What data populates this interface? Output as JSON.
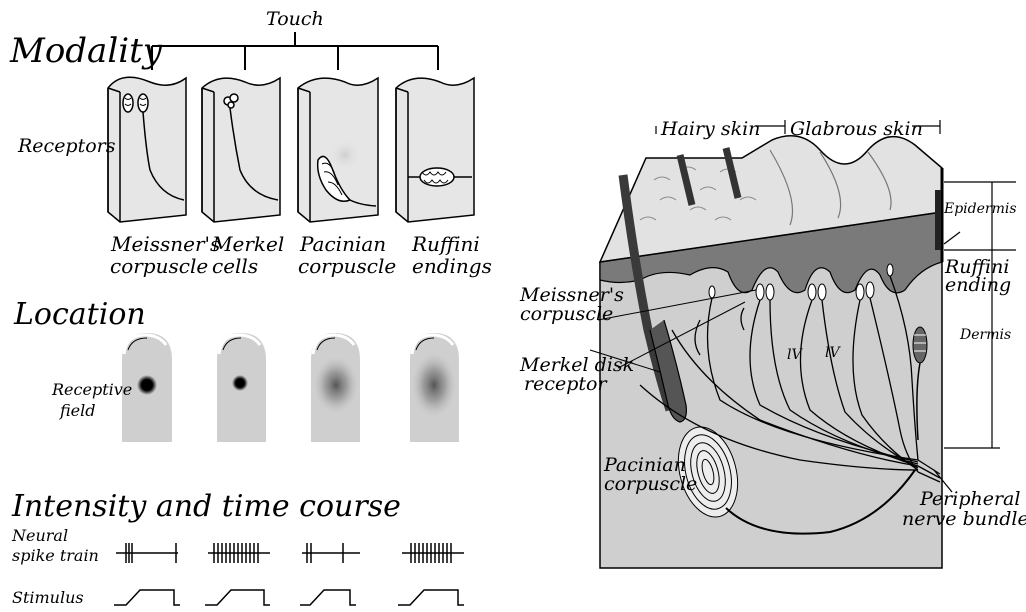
{
  "left_panel": {
    "modality_heading": "Modality",
    "touch_label": "Touch",
    "receptors_label": "Receptors",
    "receptor_names": [
      [
        "Meissner's",
        "corpuscle"
      ],
      [
        "Merkel",
        "cells"
      ],
      [
        "Pacinian",
        "corpuscle"
      ],
      [
        "Ruffini",
        "endings"
      ]
    ],
    "location_heading": "Location",
    "receptive_field_label": [
      "Receptive",
      "field"
    ],
    "intensity_heading": "Intensity and time course",
    "neural_spike_label": [
      "Neural",
      "spike train"
    ],
    "stimulus_label": "Stimulus"
  },
  "right_panel": {
    "hairy_skin": "Hairy skin",
    "glabrous_skin": "Glabrous skin",
    "epidermis": "Epidermis",
    "dermis": "Dermis",
    "ruffini": [
      "Ruffini",
      "ending"
    ],
    "meissner": [
      "Meissner's",
      "corpuscle"
    ],
    "merkel": [
      "Merkel disk",
      "receptor"
    ],
    "pacinian": [
      "Pacinian",
      "corpuscle"
    ],
    "peripheral": [
      "Peripheral",
      "nerve bundle"
    ],
    "nerve_marks": [
      "lV",
      "lV"
    ]
  }
}
